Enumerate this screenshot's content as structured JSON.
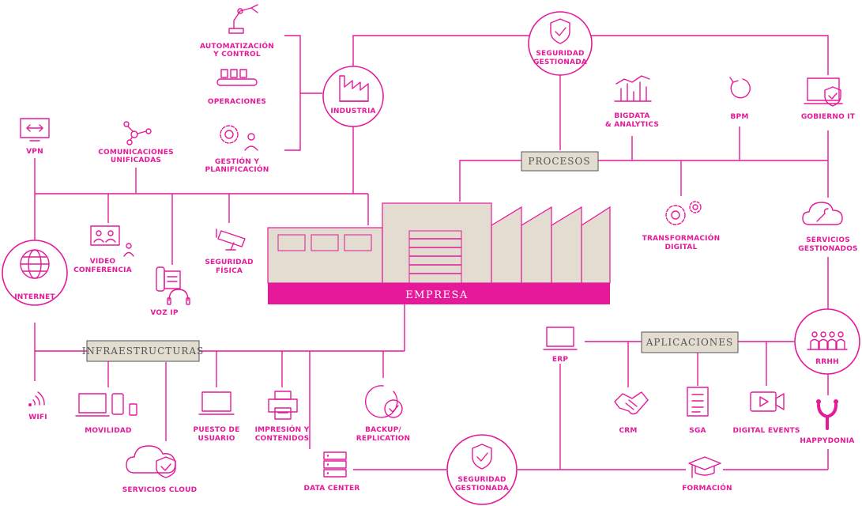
{
  "hubs": {
    "industria": "INDUSTRIA",
    "seguridad_top": [
      "SEGURIDAD",
      "GESTIONADA"
    ],
    "internet": "INTERNET",
    "rrhh": "RRHH",
    "seguridad_bottom": [
      "SEGURIDAD",
      "GESTIONADA"
    ]
  },
  "boxes": {
    "procesos": "PROCESOS",
    "infraestructuras": "INFRAESTRUCTURAS",
    "aplicaciones": "APLICACIONES"
  },
  "building": {
    "label": "EMPRESA"
  },
  "labels": {
    "automatizacion": [
      "AUTOMATIZACIÓN",
      "Y CONTROL"
    ],
    "operaciones": "OPERACIONES",
    "gestion": [
      "GESTIÓN Y",
      "PLANIFICACIÓN"
    ],
    "vpn": "VPN",
    "comunicaciones": [
      "COMUNICACIONES",
      "UNIFICADAS"
    ],
    "videoconferencia": [
      "VIDEO",
      "CONFERENCIA"
    ],
    "vozip": "VOZ IP",
    "seguridad_fisica": [
      "SEGURIDAD",
      "FÍSICA"
    ],
    "bigdata": [
      "BIGDATA",
      "& ANALYTICS"
    ],
    "bpm": "BPM",
    "gobierno_it": "GOBIERNO IT",
    "transformacion": [
      "TRANSFORMACIÓN",
      "DIGITAL"
    ],
    "servicios_gestionados": [
      "SERVICIOS",
      "GESTIONADOS"
    ],
    "erp": "ERP",
    "wifi": "WIFI",
    "movilidad": "MOVILIDAD",
    "puesto": [
      "PUESTO DE",
      "USUARIO"
    ],
    "impresion": [
      "IMPRESIÓN Y",
      "CONTENIDOS"
    ],
    "backup": [
      "BACKUP/",
      "REPLICATION"
    ],
    "servicios_cloud": "SERVICIOS CLOUD",
    "data_center": "DATA CENTER",
    "crm": "CRM",
    "sga": "SGA",
    "digital_events": "DIGITAL EVENTS",
    "happydonia": "HAPPYDONIA",
    "formacion": "FORMACIÓN"
  },
  "colors": {
    "accent": "#e5199a",
    "building_fill": "#e3dcd0",
    "box_text": "#555555"
  }
}
